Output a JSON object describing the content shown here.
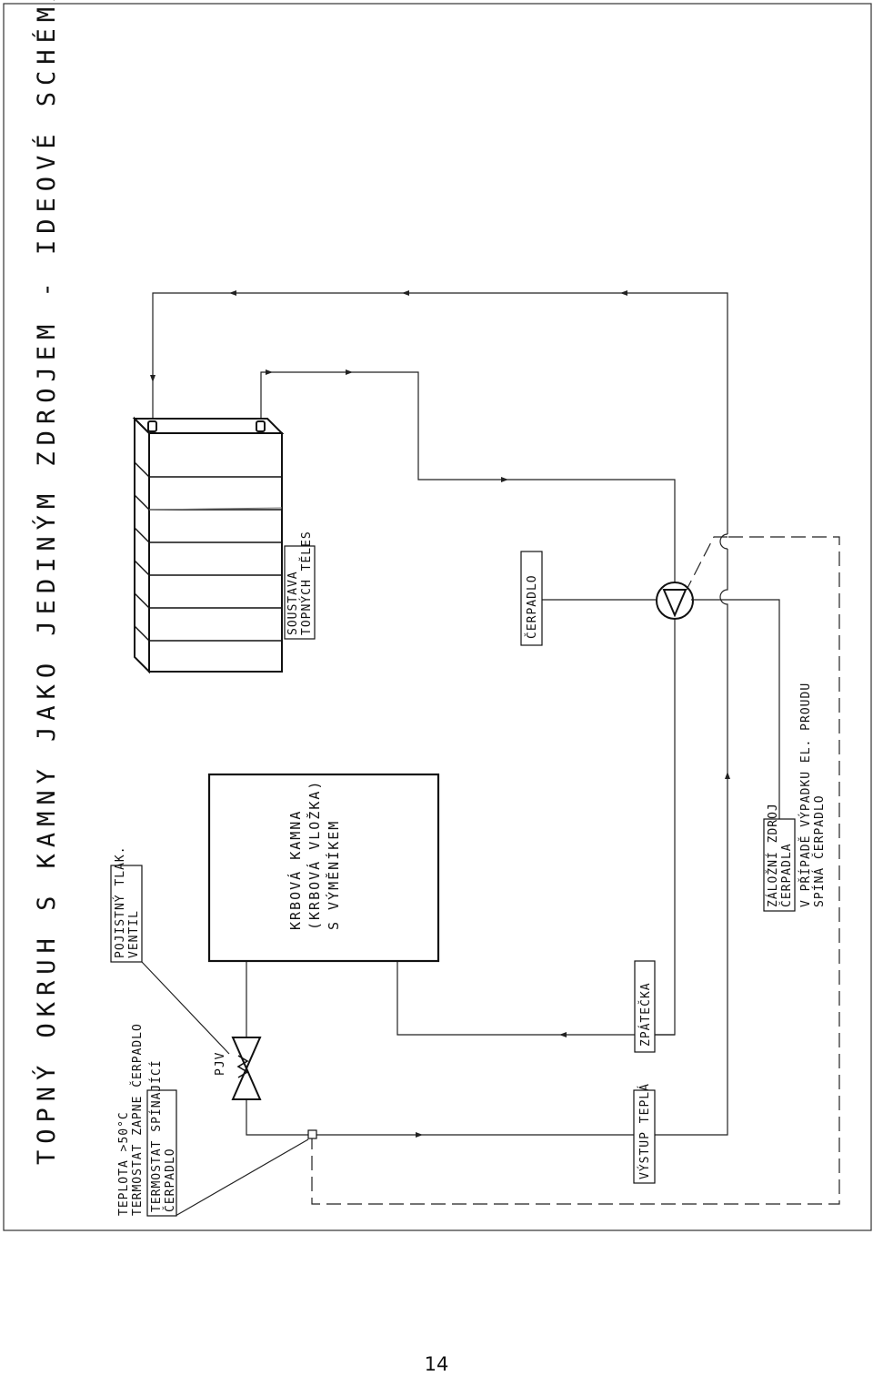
{
  "title": "TOPNÝ OKRUH S KAMNY JAKO JEDINÝM ZDROJEM - IDEOVÉ SCHÉMA",
  "labels": {
    "pojistny_1": "POJISTNÝ TLAK.",
    "pojistny_2": "VENTIL",
    "pjv": "PJV",
    "thermo_1": "TEPLOTA >50°C",
    "thermo_2": "TERMOSTAT ZAPNE ČERPADLO",
    "thermo_3": "TERMOSTAT SPÍNAJÍCÍ",
    "thermo_4": "ČERPADLO",
    "kamna_1": "KRBOVÁ KAMNA",
    "kamna_2": "(KRBOVÁ VLOŽKA)",
    "kamna_3": "S VÝMĚNÍKEM",
    "soustava_1": "SOUSTAVA",
    "soustava_2": "TOPNÝCH TĚLES",
    "cerpadlo": "ČERPADLO",
    "zpatecka": "ZPÁTEČKA",
    "vystup": "VÝSTUP TEPLÁ",
    "zalozni_1": "ZÁLOŽNÍ ZDROJ",
    "zalozni_2": "ČERPADLA",
    "zalozni_3": "V PŘÍPADĚ VÝPADKU EL. PROUDU",
    "zalozni_4": "SPÍNÁ ČERPADLO"
  },
  "page_number": "14"
}
